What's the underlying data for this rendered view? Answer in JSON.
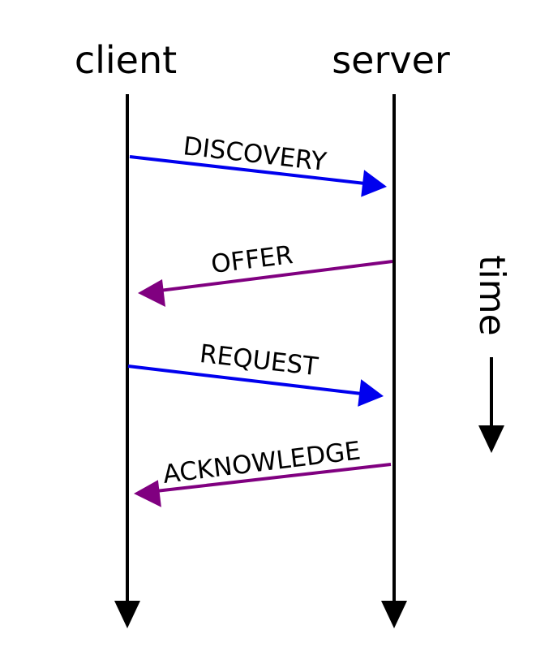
{
  "participants": {
    "client": "client",
    "server": "server"
  },
  "messages": [
    {
      "label": "DISCOVERY",
      "direction": "client-to-server",
      "color": "#0000ee"
    },
    {
      "label": "OFFER",
      "direction": "server-to-client",
      "color": "#800080"
    },
    {
      "label": "REQUEST",
      "direction": "client-to-server",
      "color": "#0000ee"
    },
    {
      "label": "ACKNOWLEDGE",
      "direction": "server-to-client",
      "color": "#800080"
    }
  ],
  "time_axis": {
    "label": "time",
    "color": "#000000"
  },
  "colors": {
    "lifeline": "#000000",
    "request_arrow": "#0000ee",
    "reply_arrow": "#800080"
  }
}
